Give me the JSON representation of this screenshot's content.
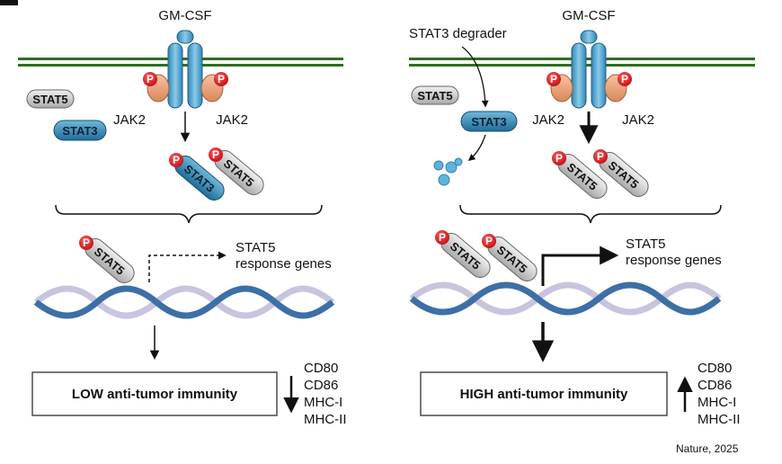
{
  "left": {
    "ligand": "GM-CSF",
    "jak_left": "JAK2",
    "jak_right": "JAK2",
    "stat5": "STAT5",
    "stat3": "STAT3",
    "p_stat3": "STAT3",
    "p_stat5": "STAT5",
    "p_stat5_dna": "STAT5",
    "p_mark": "P",
    "response_line1": "STAT5",
    "response_line2": "response genes",
    "outcome": "LOW anti-tumor immunity",
    "markers": [
      "CD80",
      "CD86",
      "MHC-I",
      "MHC-II"
    ]
  },
  "right": {
    "ligand": "GM-CSF",
    "degrader": "STAT3 degrader",
    "jak_left": "JAK2",
    "jak_right": "JAK2",
    "stat5": "STAT5",
    "stat3": "STAT3",
    "p_stat5_a": "STAT5",
    "p_stat5_b": "STAT5",
    "p_stat5_dna_a": "STAT5",
    "p_stat5_dna_b": "STAT5",
    "p_mark": "P",
    "response_line1": "STAT5",
    "response_line2": "response genes",
    "outcome": "HIGH anti-tumor immunity",
    "markers": [
      "CD80",
      "CD86",
      "MHC-I",
      "MHC-II"
    ]
  },
  "source": "Nature, 2025",
  "colors": {
    "membrane": "#2f6e1f",
    "receptor": "#4aa3cf",
    "stat3_fill": "#2e84b0",
    "stat5_fill": "#cfcfcf",
    "jak_fill": "#e9a47c",
    "phospho": "#d9141c",
    "dna_a": "#3d6fa6",
    "dna_b": "#c9c4de"
  }
}
